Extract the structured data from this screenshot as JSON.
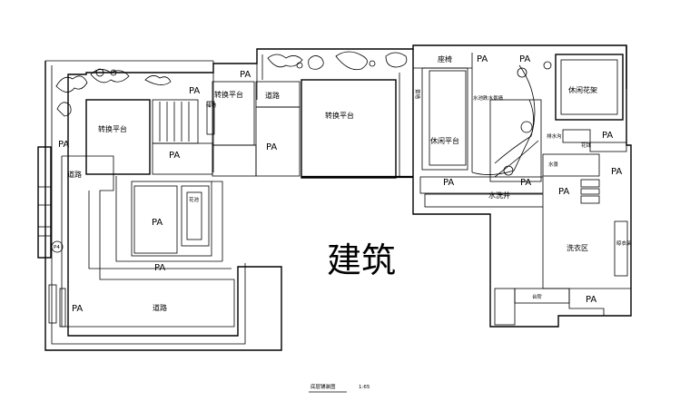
{
  "plan": {
    "building_label": "建筑",
    "caption_title": "底层铺装图",
    "caption_scale": "1:65",
    "pa": "PA",
    "p4": "P4",
    "rooms": {
      "turn_platform_left": "转换平台",
      "turn_platform_small": "转换平台",
      "turn_platform_center": "转换平台",
      "road_small": "道路",
      "road_left": "道路",
      "road_bottom": "道路",
      "seat": "座椅",
      "leisure_platform": "休闲平台",
      "leisure_pavilion": "休闲花架",
      "water_feature": "水池跌水景墙",
      "wash_pool": "水洗井",
      "laundry_area": "洗衣区",
      "side_text_1": "景墙",
      "side_text_2": "储物",
      "side_text_3": "花池",
      "side_text_4": "水景",
      "side_text_5": "排水沟",
      "side_text_6": "花钵",
      "side_text_7": "晾衣架",
      "side_text_8": "台阶"
    }
  }
}
